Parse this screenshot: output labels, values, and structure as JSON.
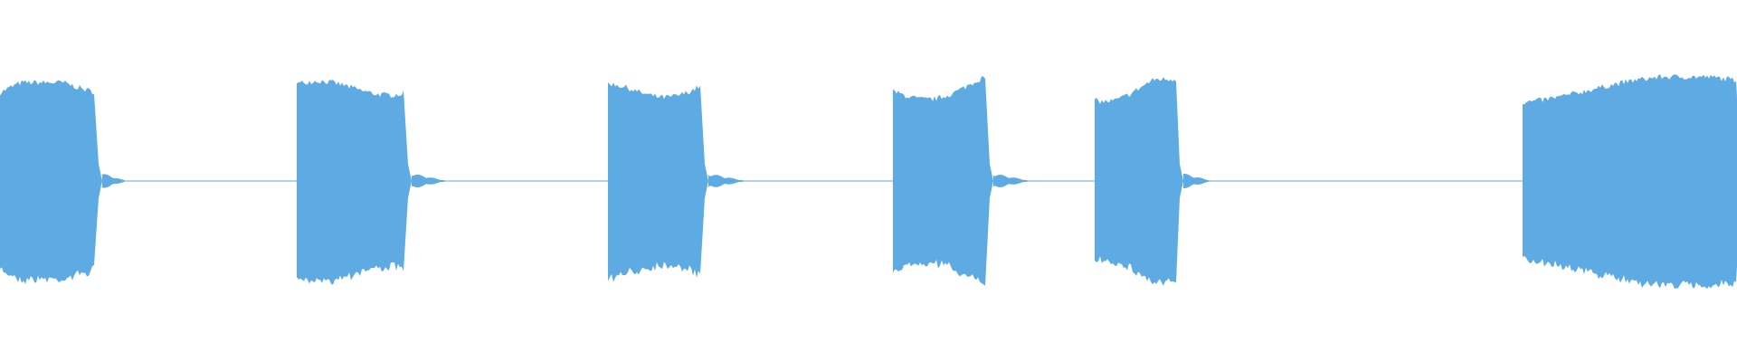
{
  "waveform": {
    "color": "#5dabe2",
    "background": "#ffffff",
    "duration_units": 1920,
    "amplitude_range": [
      -1,
      1
    ],
    "baseline_amplitude": 0.0,
    "segments": [
      {
        "start": 0,
        "end": 105,
        "peak": 0.82,
        "tail": 140
      },
      {
        "start": 328,
        "end": 447,
        "peak": 0.87,
        "tail": 495
      },
      {
        "start": 672,
        "end": 775,
        "peak": 0.83,
        "tail": 825
      },
      {
        "start": 987,
        "end": 1090,
        "peak": 0.86,
        "tail": 1140
      },
      {
        "start": 1210,
        "end": 1300,
        "peak": 0.85,
        "tail": 1340
      },
      {
        "start": 1683,
        "end": 1920,
        "peak": 0.87,
        "tail": 1920
      }
    ]
  }
}
